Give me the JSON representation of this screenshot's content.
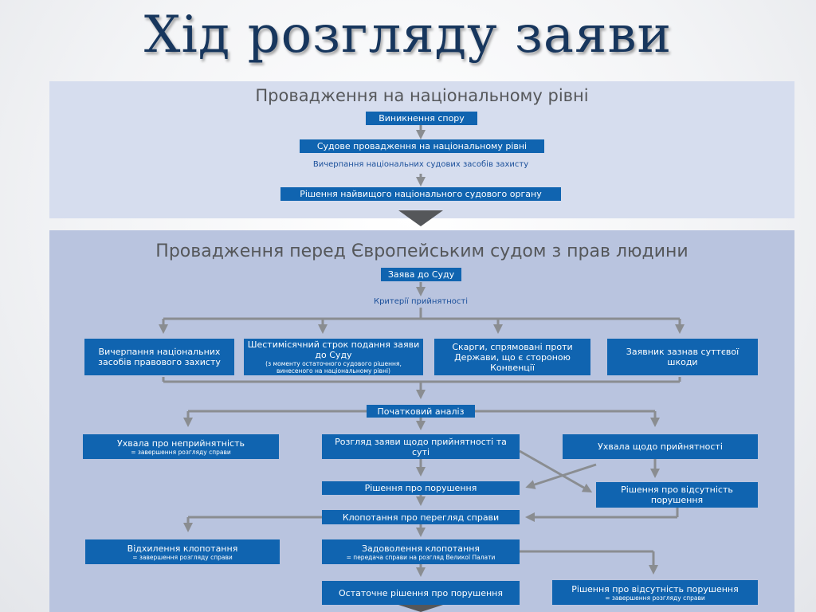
{
  "title": "Хід розгляду заяви",
  "national": {
    "heading": "Провадження на національному рівні",
    "steps": [
      "Виникнення спору",
      "Судове провадження на національному рівні",
      "Вичерпання національних судових засобів захисту",
      "Рішення найвищого національного судового органу"
    ]
  },
  "echr": {
    "heading": "Провадження перед Європейським судом з прав людини",
    "application": "Заява до Суду",
    "criteria": "Критерії прийнятності",
    "criteria_items": {
      "c1": "Вичерпання національних засобів правового захисту",
      "c2_main": "Шестимісячний строк подання заяви до Суду",
      "c2_note": "(з моменту остаточного судового рішення, винесеного на національному рівні)",
      "c3": "Скарги, спрямовані проти Держави, що є стороною Конвенції",
      "c4": "Заявник зазнав суттєвої шкоди"
    },
    "initial_analysis": "Початковий аналіз",
    "inadmissible_main": "Ухвала про неприйнятність",
    "inadmissible_note": "= завершення розгляду справи",
    "merits": "Розгляд заяви щодо прийнятності та суті",
    "admissible": "Ухвала щодо прийнятності",
    "violation": "Рішення про порушення",
    "no_violation": "Рішення про відсутність порушення",
    "referral_request": "Клопотання про перегляд справи",
    "request_rejected_main": "Відхилення клопотання",
    "request_rejected_note": "= завершення розгляду справи",
    "request_granted_main": "Задоволення клопотання",
    "request_granted_note": "= передача справи на розгляд Великої Палати",
    "final_violation": "Остаточне рішення про порушення",
    "final_no_violation_main": "Рішення про відсутність порушення",
    "final_no_violation_note": "= завершення розгляду справи"
  },
  "colors": {
    "box": "#1064b0",
    "arrow": "#8a8d91",
    "panel_top": "#d6ddee",
    "panel_bottom": "#b9c4df",
    "title": "#17365d"
  }
}
